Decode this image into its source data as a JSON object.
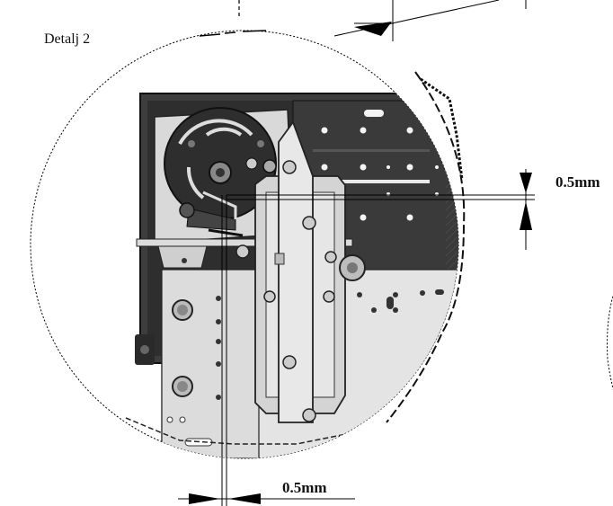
{
  "detail_label": "Detalj 2",
  "dimension_vertical": "0.5mm",
  "dimension_horizontal": "0.5mm",
  "colors": {
    "outline": "#1a1a1a",
    "dark_frame": "#3a3a3a",
    "plate": "#e6e6e6",
    "rail": "#cfcfcf",
    "line": "#000000"
  }
}
